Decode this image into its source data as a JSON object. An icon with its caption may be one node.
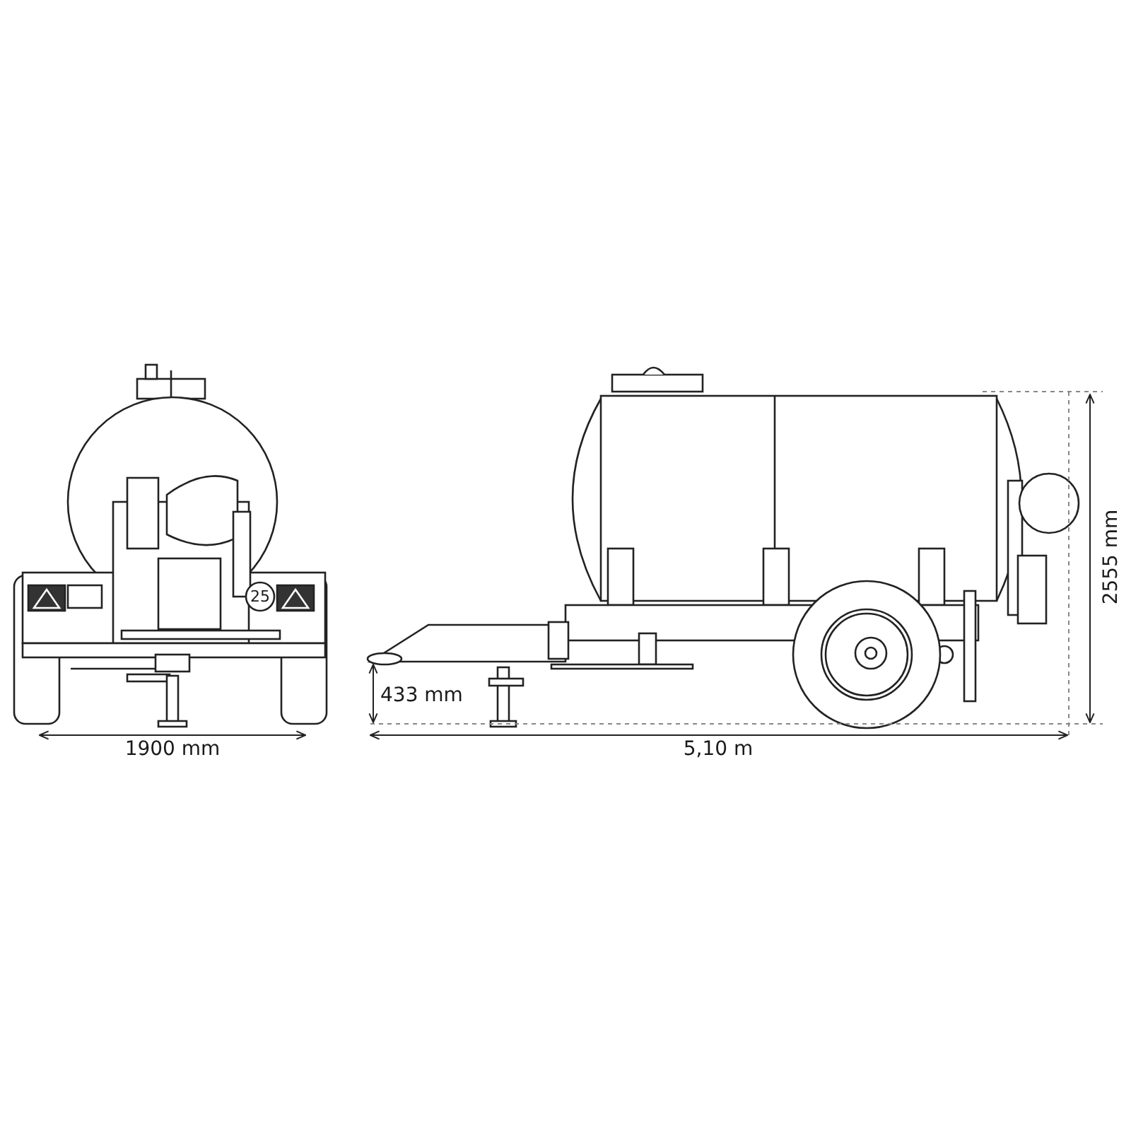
{
  "diagram": {
    "labels": [
      "25",
      "1900 mm",
      "433 mm",
      "5,10 m",
      "2555 mm"
    ]
  }
}
